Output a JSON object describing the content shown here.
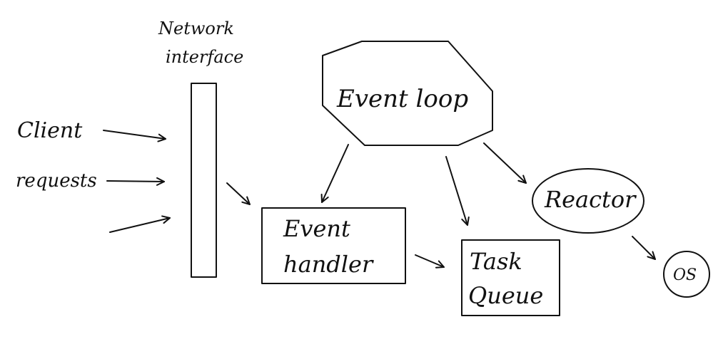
{
  "diagram": {
    "labels": {
      "network_interface_line1": "Network",
      "network_interface_line2": "interface",
      "client_line1": "Client",
      "client_line2": "requests",
      "event_loop": "Event loop",
      "event_handler_line1": "Event",
      "event_handler_line2": "handler",
      "task_queue_line1": "Task",
      "task_queue_line2": "Queue",
      "reactor": "Reactor",
      "os": "OS"
    },
    "colors": {
      "ink": "#111111",
      "background": "#ffffff"
    }
  }
}
